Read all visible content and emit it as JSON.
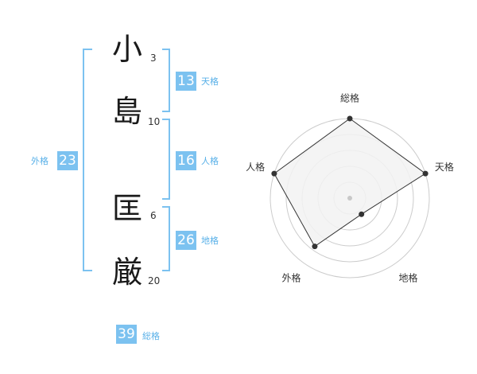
{
  "name": {
    "chars": [
      {
        "char": "小",
        "strokes": "3"
      },
      {
        "char": "島",
        "strokes": "10"
      },
      {
        "char": "匡",
        "strokes": "6"
      },
      {
        "char": "厳",
        "strokes": "20"
      }
    ]
  },
  "kaku": {
    "tenkaku": {
      "label": "天格",
      "value": "13"
    },
    "jinkaku": {
      "label": "人格",
      "value": "16"
    },
    "chikaku": {
      "label": "地格",
      "value": "26"
    },
    "gaikaku": {
      "label": "外格",
      "value": "23"
    },
    "soukaku": {
      "label": "総格",
      "value": "39"
    }
  },
  "chart_data": {
    "type": "radar",
    "axes": [
      "総格",
      "天格",
      "地格",
      "外格",
      "人格"
    ],
    "values": [
      1.0,
      1.0,
      0.25,
      0.75,
      1.0
    ],
    "rings": 5,
    "colors": {
      "grid": "#cccccc",
      "fill": "#f2f2f2",
      "line": "#333333",
      "point": "#333333",
      "center": "#c8c8c8"
    }
  }
}
